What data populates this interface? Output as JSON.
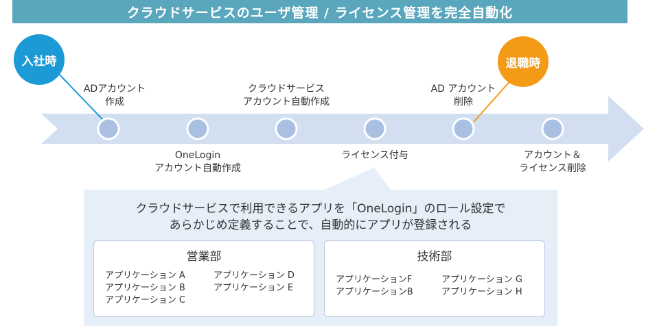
{
  "header": {
    "title": "クラウドサービスのユーザ管理 / ライセンス管理を完全自動化"
  },
  "badges": {
    "join": "入社時",
    "leave": "退職時"
  },
  "colors": {
    "join": "#1b9ad6",
    "leave": "#f39a16",
    "header": "#5aa6bd",
    "arrow": "#d2dff0"
  },
  "steps": {
    "s1": [
      "ADアカウント",
      "作成"
    ],
    "s2": [
      "OneLogin",
      "アカウント自動作成"
    ],
    "s3": [
      "クラウドサービス",
      "アカウント自動作成"
    ],
    "s4": [
      "ライセンス付与"
    ],
    "s5": [
      "AD アカウント",
      "削除"
    ],
    "s6": [
      "アカウント＆",
      "ライセンス削除"
    ]
  },
  "panel": {
    "lines": [
      "クラウドサービスで利用できるアプリを「OneLogin」のロール設定で",
      "あらかじめ定義することで、自動的にアプリが登録される"
    ],
    "sales": {
      "title": "営業部",
      "col1": [
        "アプリケーション A",
        "アプリケーション B",
        "アプリケーション C"
      ],
      "col2": [
        "アプリケーション D",
        "アプリケーション E"
      ]
    },
    "tech": {
      "title": "技術部",
      "col1": [
        "アプリケーションF",
        "アプリケーションB"
      ],
      "col2": [
        "アプリケーション G",
        "アプリケーション H"
      ]
    }
  }
}
